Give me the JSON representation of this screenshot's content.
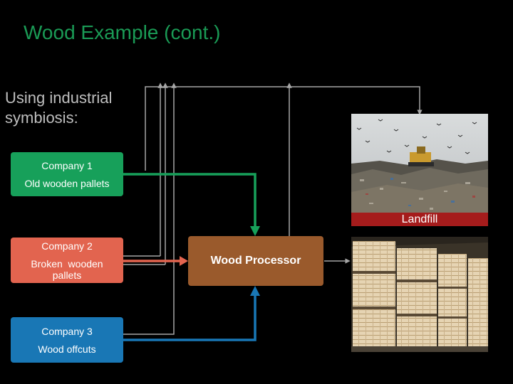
{
  "slide": {
    "title": "Wood Example (cont.)",
    "subtitle_line1": "Using industrial",
    "subtitle_line2": "symbiosis:"
  },
  "nodes": {
    "company1": {
      "name": "Company 1",
      "desc": "Old wooden pallets"
    },
    "company2": {
      "name": "Company 2",
      "desc_line1": "Broken  wooden",
      "desc_line2": "pallets"
    },
    "company3": {
      "name": "Company 3",
      "desc": "Wood offcuts"
    },
    "processor": {
      "name": "Wood Processor"
    },
    "landfill": {
      "label": "Landfill"
    }
  },
  "colors": {
    "title": "#1a9a55",
    "company1": "#17a05a",
    "company2": "#e2644f",
    "company3": "#1977b5",
    "processor": "#9a5a2c",
    "landfill_label": "#a51c1c",
    "return_lines": "#a6a6a6"
  }
}
